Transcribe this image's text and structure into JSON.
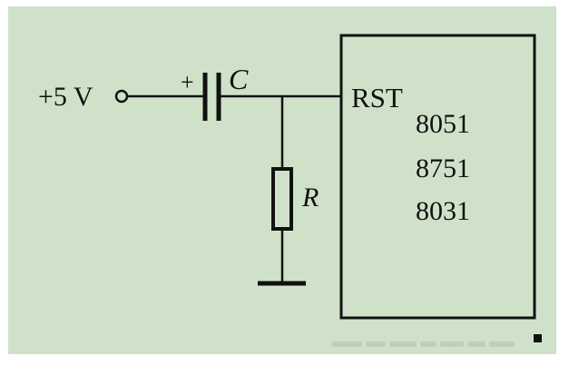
{
  "colors": {
    "background": "#cfe2c9",
    "stroke": "#111111",
    "page": "#ffffff"
  },
  "labels": {
    "supply": "+5 V",
    "capacitor_polarity": "+",
    "capacitor": "C",
    "resistor": "R",
    "pin": "RST"
  },
  "chip": {
    "models": [
      "8051",
      "8751",
      "8031"
    ]
  }
}
